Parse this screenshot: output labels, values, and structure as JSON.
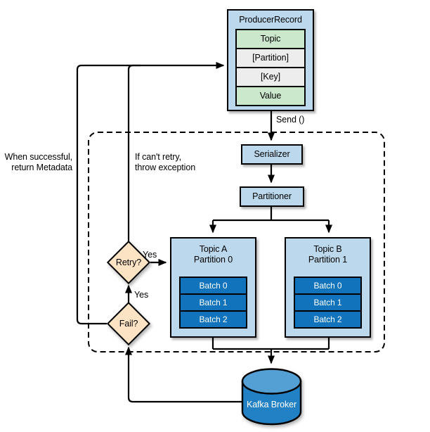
{
  "colors": {
    "box_blue": "#BCD8EC",
    "batch_blue": "#1173BC",
    "green": "#CBE7CC",
    "gray": "#EDEDED",
    "peach": "#FBE3C3",
    "cylinder_body": "#2280C4",
    "cylinder_top": "#549FD4",
    "line": "#000000"
  },
  "producer_record": {
    "title": "ProducerRecord",
    "fields": [
      "Topic",
      "[Partition]",
      "[Key]",
      "Value"
    ]
  },
  "pipeline": {
    "serializer": "Serializer",
    "partitioner": "Partitioner"
  },
  "partitions": [
    {
      "title": "Topic A\nPartition 0",
      "batches": [
        "Batch 0",
        "Batch 1",
        "Batch 2"
      ]
    },
    {
      "title": "Topic B\nPartition 1",
      "batches": [
        "Batch 0",
        "Batch 1",
        "Batch 2"
      ]
    }
  ],
  "decisions": {
    "retry": "Retry?",
    "fail": "Fail?"
  },
  "broker": {
    "label": "Kafka Broker"
  },
  "edge_labels": {
    "send": "Send ()",
    "retry_yes": "Yes",
    "fail_yes": "Yes",
    "success": "When successful,\nreturn Metadata",
    "cant_retry": "If can't retry,\nthrow exception"
  }
}
